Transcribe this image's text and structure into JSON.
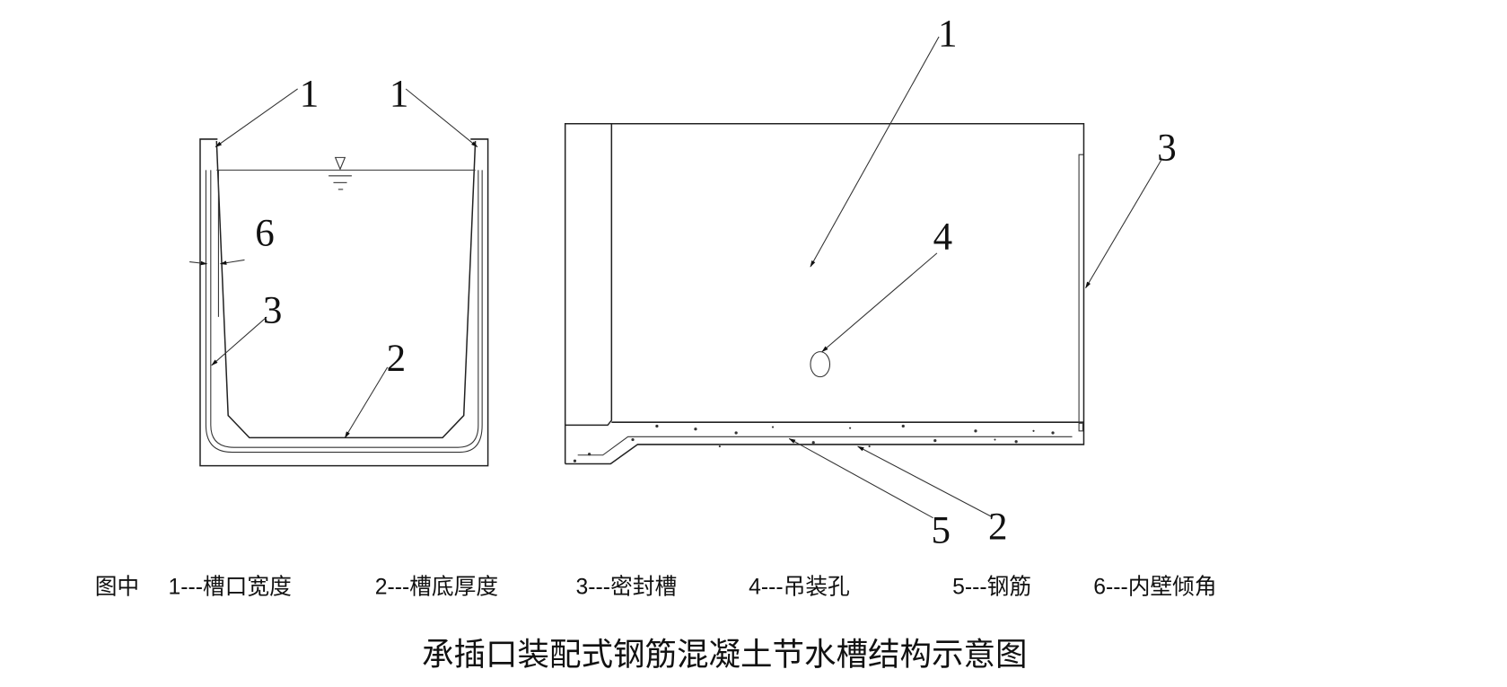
{
  "cross_section": {
    "callouts": {
      "wall_top_left": "1",
      "wall_top_right": "1",
      "angle": "6",
      "seal": "3",
      "bottom": "2"
    }
  },
  "side_view": {
    "callouts": {
      "width": "1",
      "hole": "4",
      "seal": "3",
      "rebar": "5",
      "bottom": "2"
    }
  },
  "legend": {
    "prefix": "图中",
    "items": [
      "1---槽口宽度",
      "2---槽底厚度",
      "3---密封槽",
      "4---吊装孔",
      "5---钢筋",
      "6---内壁倾角"
    ]
  },
  "title": "承插口装配式钢筋混凝土节水槽结构示意图"
}
